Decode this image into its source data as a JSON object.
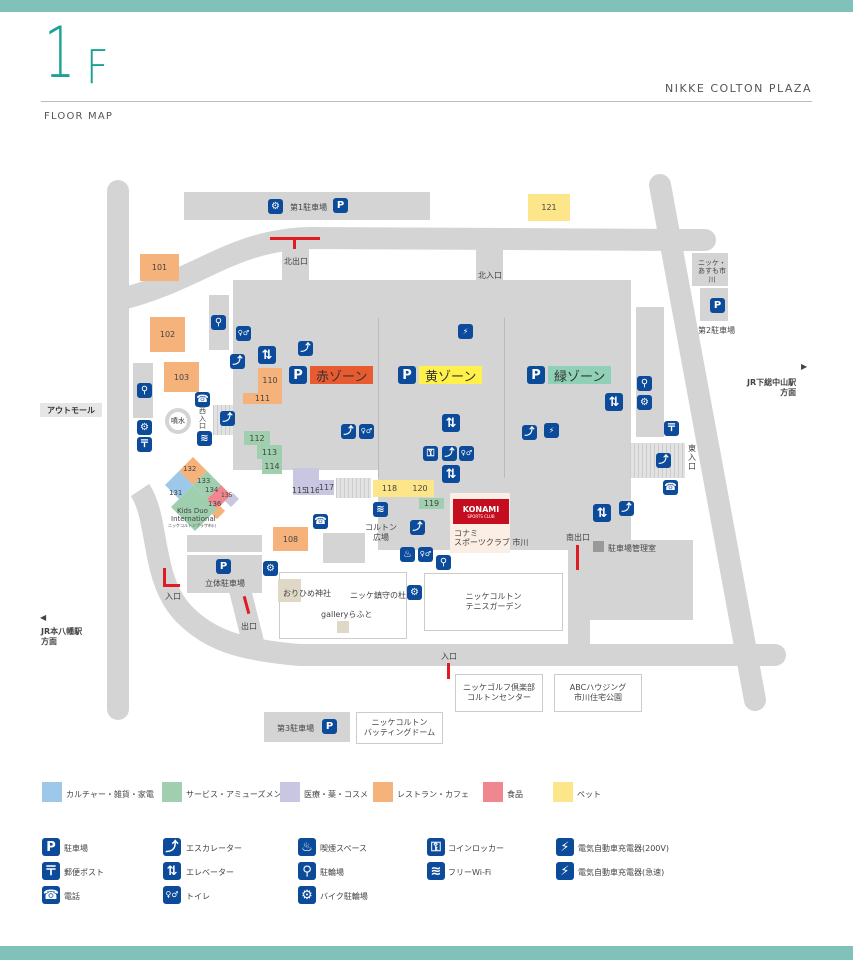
{
  "header": {
    "floor_number": "1",
    "floor_suffix": "F",
    "plaza_name": "NIKKE COLTON PLAZA",
    "subtitle": "FLOOR MAP"
  },
  "colors": {
    "band": "#80c1b9",
    "accent": "#1aa393",
    "icon_blue": "#0c4a9a",
    "arrow_red": "#e01b22",
    "road": "#d4d4d4"
  },
  "zones": {
    "red": {
      "label": "赤ゾーン",
      "color": "#e85a30"
    },
    "yellow": {
      "label": "黄ゾーン",
      "color": "#fff04a"
    },
    "green": {
      "label": "緑ゾーン",
      "color": "#8fd0b6"
    }
  },
  "shops": {
    "s101": "101",
    "s102": "102",
    "s103": "103",
    "s108": "108",
    "s110": "110",
    "s111": "111",
    "s112": "112",
    "s113": "113",
    "s114": "114",
    "s115": "115",
    "s116": "116",
    "s117": "117",
    "s118": "118",
    "s119": "119",
    "s120": "120",
    "s121": "121",
    "s131": "131",
    "s132": "132",
    "s133": "133",
    "s134": "134",
    "s135": "135",
    "s136": "136"
  },
  "places": {
    "parking1": "第1駐車場",
    "parking2": "第2駐車場",
    "parking3": "第3駐車場",
    "multi_parking": "立体駐車場",
    "north_exit": "北出口",
    "north_entrance": "北入口",
    "west_entrance": "西入口",
    "east_entrance": "東入口",
    "south_exit": "南出口",
    "entrance_a": "入口",
    "entrance_b": "入口",
    "exit_a": "出口",
    "outmall": "アウトモール",
    "fountain": "噴水",
    "nikke_asumo": "ニッケ・あすも市川",
    "kids_duo_1": "Kids Duo",
    "kids_duo_2": "International",
    "kids_duo_3": "ニッケコルトンプラザ市川",
    "colton_plaza_1": "コルトン",
    "colton_plaza_2": "広場",
    "konami_logo_1": "KONAMI",
    "konami_logo_2": "SPORTS CLUB",
    "konami_1": "コナミ",
    "konami_2": "スポーツクラブ 市川",
    "parking_office": "駐車場管理室",
    "orihime": "おりひめ神社",
    "nikke_forest": "ニッケ鎮守の杜",
    "gallery": "galleryらふと",
    "tennis_1": "ニッケコルトン",
    "tennis_2": "テニスガーデン",
    "golf_1": "ニッケゴルフ倶楽部",
    "golf_2": "コルトンセンター",
    "abc_1": "ABCハウジング",
    "abc_2": "市川住宅公園",
    "batting_1": "ニッケコルトン",
    "batting_2": "バッティングドーム",
    "jr_shimousa_1": "JR下総中山駅",
    "jr_shimousa_2": "方面",
    "jr_motoyawata_1": "JR本八幡駅",
    "jr_motoyawata_2": "方面"
  },
  "legend_categories": [
    {
      "label": "カルチャー・雑貨・家電",
      "color": "#9dc8ea"
    },
    {
      "label": "サービス・アミューズメント",
      "color": "#9fcfae"
    },
    {
      "label": "医療・薬・コスメ",
      "color": "#c9c6e1"
    },
    {
      "label": "レストラン・カフェ",
      "color": "#f5b27a"
    },
    {
      "label": "食品",
      "color": "#ef8690"
    },
    {
      "label": "ペット",
      "color": "#fde58a"
    }
  ],
  "legend_icons": [
    {
      "icon": "parking-icon",
      "glyph": "P",
      "label": "駐車場"
    },
    {
      "icon": "post-icon",
      "glyph": "〒",
      "label": "郵便ポスト"
    },
    {
      "icon": "phone-icon",
      "glyph": "☎",
      "label": "電話"
    },
    {
      "icon": "escalator-icon",
      "glyph": "⤴",
      "label": "エスカレーター"
    },
    {
      "icon": "elevator-icon",
      "glyph": "⇅",
      "label": "エレベーター"
    },
    {
      "icon": "restroom-icon",
      "glyph": "♀♂",
      "label": "トイレ"
    },
    {
      "icon": "smoking-icon",
      "glyph": "♨",
      "label": "喫煙スペース"
    },
    {
      "icon": "bicycle-icon",
      "glyph": "⚲",
      "label": "駐輪場"
    },
    {
      "icon": "motorbike-icon",
      "glyph": "⚙",
      "label": "バイク駐輪場"
    },
    {
      "icon": "coin-locker-icon",
      "glyph": "⚿",
      "label": "コインロッカー"
    },
    {
      "icon": "wifi-icon",
      "glyph": "≋",
      "label": "フリーWi-Fi"
    },
    {
      "icon": "ev-charger-200v-icon",
      "glyph": "⚡",
      "label": "電気自動車充電器(200V)"
    },
    {
      "icon": "ev-charger-fast-icon",
      "glyph": "⚡",
      "label": "電気自動車充電器(急速)"
    }
  ],
  "glyphs": {
    "P": "P",
    "post": "〒",
    "phone": "☎",
    "esc": "⤴",
    "elev": "⇅",
    "wc": "♀♂",
    "smoke": "♨",
    "bike": "⚲",
    "moto": "⚙",
    "locker": "⚿",
    "wifi": "≋",
    "ev": "⚡",
    "tri_right": "▶",
    "tri_left": "◀"
  }
}
